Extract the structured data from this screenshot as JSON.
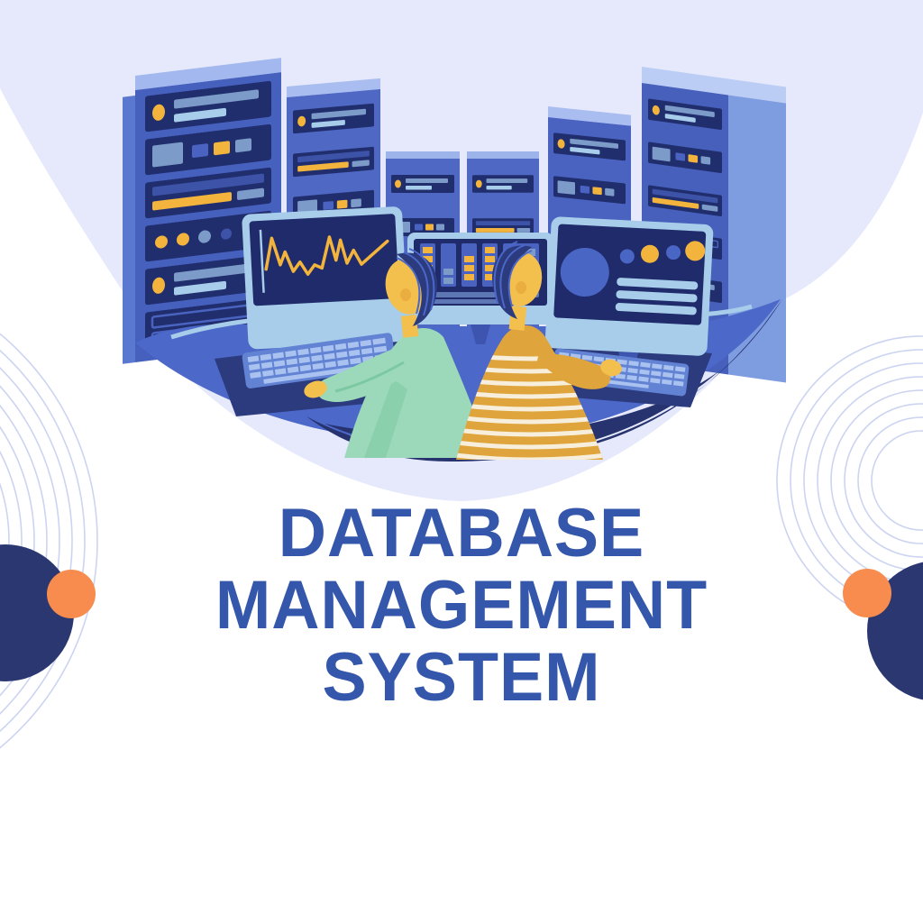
{
  "title": {
    "lines": [
      "DATABASE",
      "MANAGEMENT",
      "SYSTEM"
    ],
    "full_text": "DATABASE MANAGEMENT SYSTEM",
    "color": "#3457ab"
  },
  "illustration": {
    "description": "Two operators working at a curved control desk in front of server racks, each looking at large dashboard monitors",
    "server_rack_count": 6,
    "monitors": [
      {
        "name": "line-chart-monitor",
        "content": "yellow zigzag line chart with text bars below"
      },
      {
        "name": "equalizer-monitor",
        "content": "columns of stacked yellow data blocks"
      },
      {
        "name": "status-dots-monitor",
        "content": "large circle, alternating blue and yellow status dots, three text bars"
      }
    ],
    "people": [
      {
        "name": "operator-left",
        "shirt_color": "#9cd9ba",
        "skin_color": "#f3bf4d",
        "hair_color": "#2c3a7e"
      },
      {
        "name": "operator-right",
        "shirt_color": "#dfa53c",
        "stripe_color": "#f7efdb",
        "skin_color": "#f3bf4d",
        "hair_color": "#2c3a7e"
      }
    ]
  },
  "decorations": {
    "left": {
      "rings": 8,
      "navy_circle": "#2b3770",
      "orange_circle": "#f78c4e"
    },
    "right": {
      "rings": 8,
      "navy_circle": "#2b3770",
      "orange_circle": "#f78c4e"
    },
    "ring_stroke": "#ccd4f1"
  },
  "palette": {
    "background_white": "#ffffff",
    "background_lavender": "#e5e9fb",
    "title_blue": "#3457ab",
    "rack_front": "#4a63c0",
    "rack_top_light": "#a3b8ee",
    "rack_side_light": "#7e9ce0",
    "unit_panel_navy": "#212e6e",
    "accent_yellow": "#f2b43c",
    "accent_slate": "#7d9bc9",
    "accent_pale_blue": "#a7cdea",
    "screen_navy": "#1f2b6b",
    "monitor_frame": "#a7cdea",
    "desk_blue": "#4c68c8",
    "floor_navy": "#26336f",
    "orange": "#f78c4e",
    "navy_circle": "#2b3770"
  }
}
